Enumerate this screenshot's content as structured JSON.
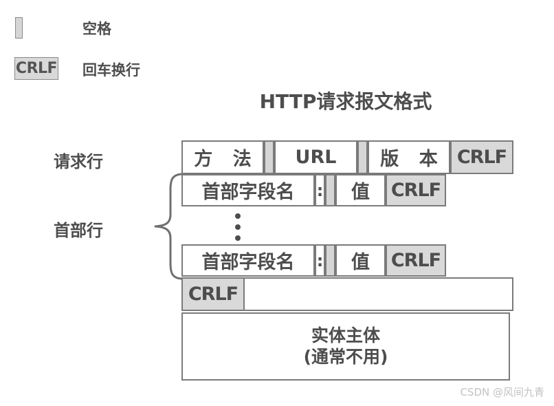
{
  "legend": {
    "space": {
      "symbol_name": "space-swatch",
      "label": "空格"
    },
    "crlf": {
      "symbol_text": "CRLF",
      "label": "回车换行"
    }
  },
  "title": "HTTP请求报文格式",
  "side_labels": {
    "request_line": "请求行",
    "header_lines": "首部行"
  },
  "message": {
    "request_line": {
      "method": "方 法",
      "space1": "",
      "url": "URL",
      "space2": "",
      "version": "版 本",
      "crlf": "CRLF"
    },
    "header_line_first": {
      "field_name": "首部字段名",
      "colon": ":",
      "space": "",
      "value": "值",
      "crlf": "CRLF"
    },
    "ellipsis": "⋮",
    "header_line_last": {
      "field_name": "首部字段名",
      "colon": ":",
      "space": "",
      "value": "值",
      "crlf": "CRLF"
    },
    "blank_line": {
      "crlf": "CRLF"
    },
    "entity_body": {
      "line1": "实体主体",
      "line2": "(通常不用)"
    }
  },
  "watermark": "CSDN @风间九青",
  "colors": {
    "ink": "#4d4d4d",
    "border": "#7a7a7a",
    "gray_fill": "#d9d9d9",
    "space_fill": "#d6d6d6",
    "background": "#ffffff",
    "watermark": "#c2c2c2"
  }
}
